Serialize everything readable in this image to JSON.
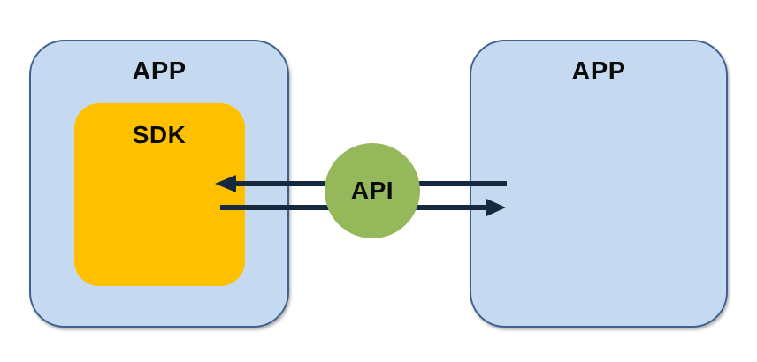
{
  "nodes": {
    "left_app": {
      "label": "APP"
    },
    "sdk": {
      "label": "SDK"
    },
    "right_app": {
      "label": "APP"
    },
    "api": {
      "label": "API"
    }
  },
  "arrows": [
    {
      "position": "top",
      "direction": "right-to-left",
      "from": "right_app",
      "to": "sdk"
    },
    {
      "position": "bottom",
      "direction": "left-to-right",
      "from": "sdk",
      "to": "right_app"
    }
  ],
  "colors": {
    "background": "#FFFFFF",
    "app_fill": "#C5D9F1",
    "app_border": "#40618F",
    "sdk_fill": "#FFC000",
    "api_fill": "#95B85A",
    "arrow": "#17293E",
    "text": "#0B0B0B"
  }
}
